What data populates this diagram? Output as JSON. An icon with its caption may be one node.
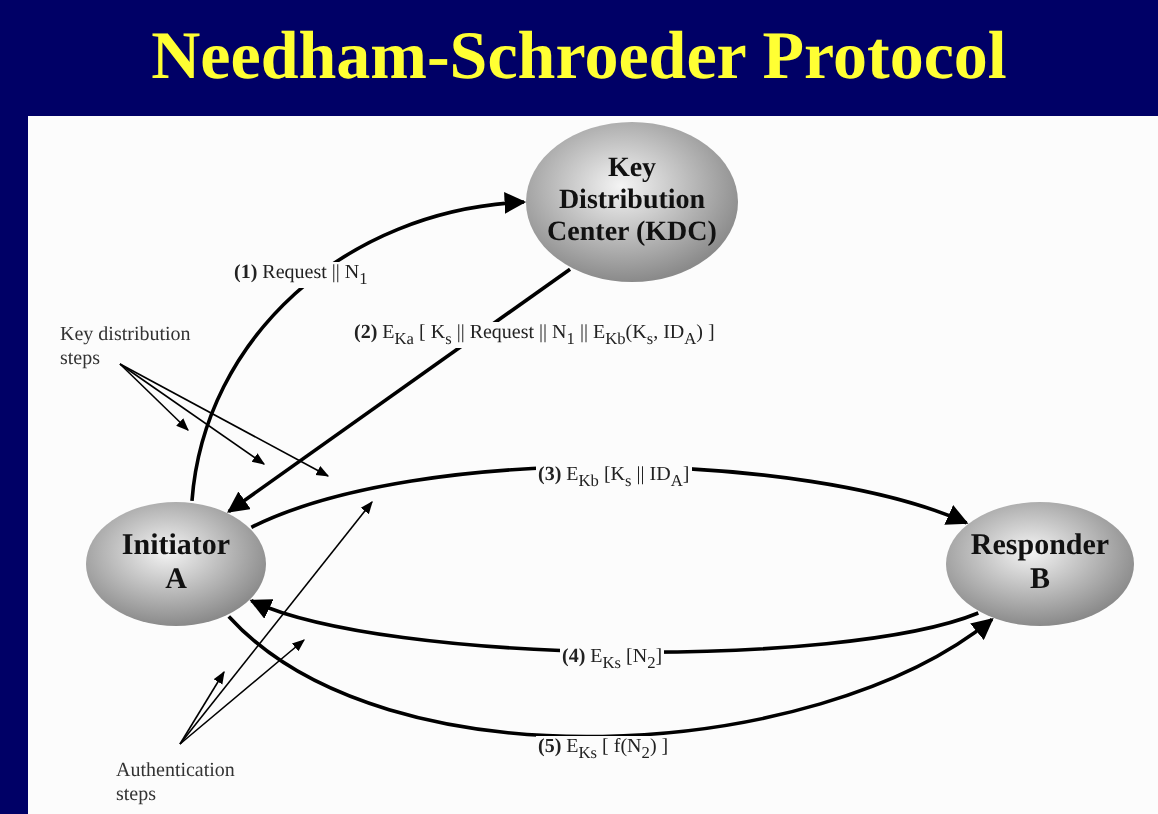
{
  "diagram": {
    "title": "Needham-Schroeder Protocol",
    "nodes": [
      {
        "text": [
          "Key Distribution Center (KDC)"
        ]
      },
      {
        "text": [
          "Initiator A"
        ]
      },
      {
        "text": [
          "Responder B"
        ]
      },
      {
        "text": [
          "Key distribution steps"
        ]
      },
      {
        "text": [
          "Authentication steps"
        ]
      }
    ],
    "edges": [
      {
        "from": 1,
        "to": 0,
        "arrow": "to",
        "label": "**(1)** Request || N$_{1}$"
      },
      {
        "from": 0,
        "to": 1,
        "arrow": "to",
        "label": "**(2)** E$_{Ka}$ [ K$_{s}$ || Request || N$_{1}$ || E$_{Kb}$(K$_{s}$, ID$_{A}$) ]"
      },
      {
        "from": 1,
        "to": 2,
        "arrow": "to",
        "label": "**(3)** E$_{Kb}$ [K$_{s}$ || ID$_{A}$]"
      },
      {
        "from": 2,
        "to": 1,
        "arrow": "to",
        "label": "**(4)** E$_{Ks}$ [N$_{2}$]"
      },
      {
        "from": 1,
        "to": 2,
        "arrow": "to",
        "label": "**(5)** E$_{Ks}$ [ f(N$_{2}$) ]"
      },
      {
        "from": 3,
        "to": null,
        "arrow": "to"
      },
      {
        "from": 3,
        "to": null,
        "arrow": "to"
      },
      {
        "from": 3,
        "to": null,
        "arrow": "to"
      },
      {
        "from": 4,
        "to": null,
        "arrow": "to"
      },
      {
        "from": 4,
        "to": null,
        "arrow": "to"
      },
      {
        "from": 4,
        "to": null,
        "arrow": "to"
      }
    ]
  }
}
